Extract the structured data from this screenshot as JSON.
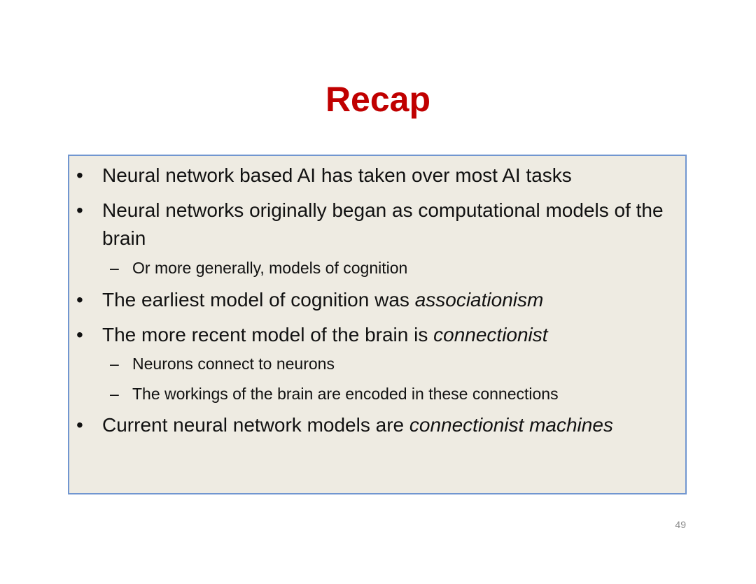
{
  "slide": {
    "title": "Recap",
    "page_number": "49",
    "bullet_marker": "•",
    "sub_marker": "–",
    "items": [
      {
        "level": 1,
        "text": "Neural network based AI has taken over most AI tasks",
        "emphasis": ""
      },
      {
        "level": 1,
        "text": "Neural networks originally began as computational models of the brain",
        "emphasis": ""
      },
      {
        "level": 2,
        "text": "Or more generally, models of cognition",
        "emphasis": ""
      },
      {
        "level": 1,
        "text": "The earliest model of cognition was ",
        "emphasis": "associationism"
      },
      {
        "level": 1,
        "text": "The more recent model of the brain is ",
        "emphasis": "connectionist"
      },
      {
        "level": 2,
        "text": "Neurons connect to neurons",
        "emphasis": ""
      },
      {
        "level": 2,
        "text": "The workings  of the brain are encoded in these connections",
        "emphasis": ""
      },
      {
        "level": 1,
        "text": "Current neural network models are ",
        "emphasis": "connectionist machines"
      }
    ]
  },
  "colors": {
    "title": "#c00000",
    "box_background": "#eeebe2",
    "box_border": "#7196d0",
    "text": "#111111",
    "page_number": "#8a8a8a"
  }
}
